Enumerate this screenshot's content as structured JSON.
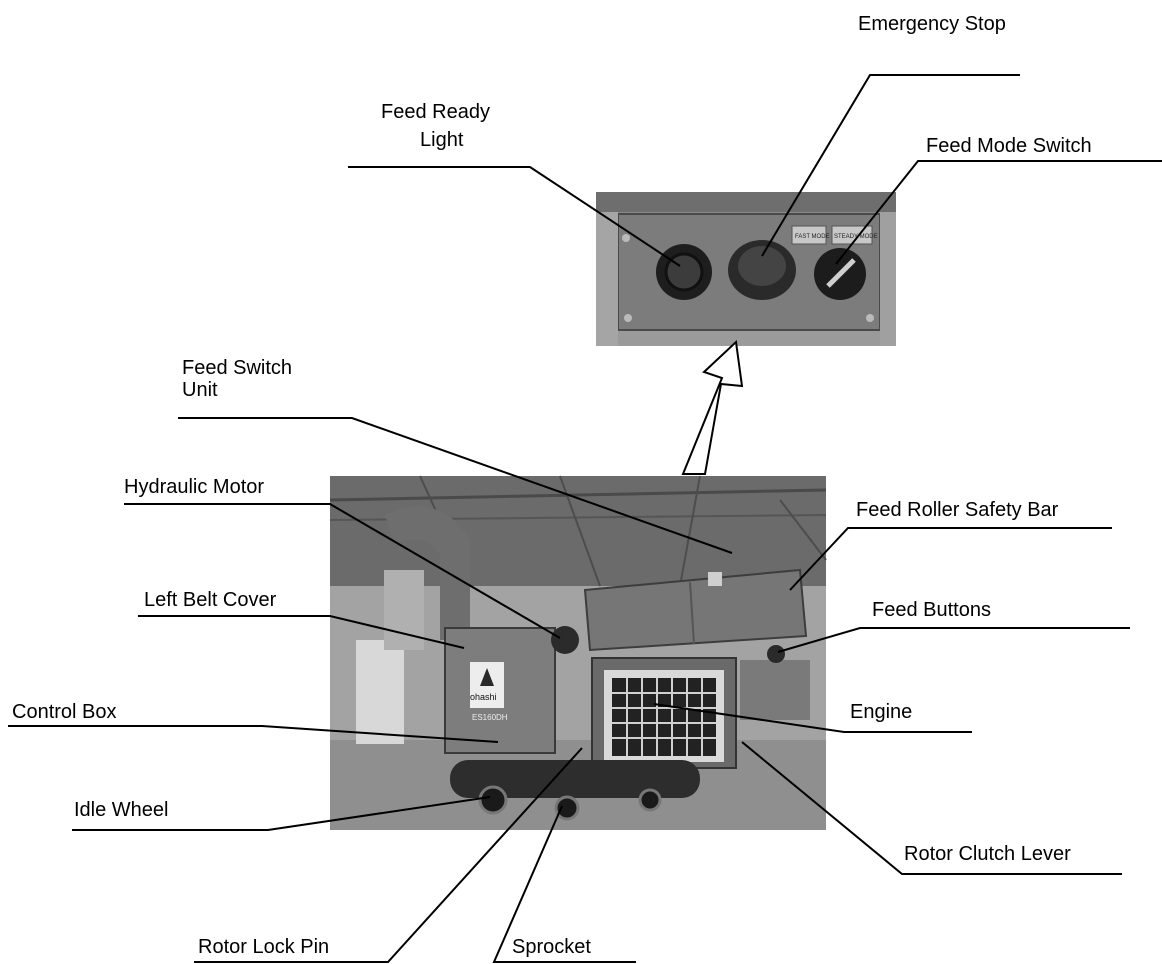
{
  "labels": {
    "emergency_stop": "Emergency Stop",
    "feed_ready_light_1": "Feed Ready",
    "feed_ready_light_2": "Light",
    "feed_mode_switch": "Feed Mode Switch",
    "feed_switch_unit_1": "Feed Switch",
    "feed_switch_unit_2": "Unit",
    "hydraulic_motor": "Hydraulic Motor",
    "feed_roller_safety_bar": "Feed Roller Safety Bar",
    "left_belt_cover": "Left Belt Cover",
    "feed_buttons": "Feed Buttons",
    "control_box": "Control Box",
    "engine": "Engine",
    "idle_wheel": "Idle Wheel",
    "rotor_clutch_lever": "Rotor Clutch Lever",
    "rotor_lock_pin": "Rotor Lock Pin",
    "sprocket": "Sprocket"
  },
  "machine": {
    "brand": "ohashi",
    "model": "ES160DH"
  },
  "panel": {
    "left_mode": "FAST MODE",
    "right_mode": "STEADY MODE"
  },
  "colors": {
    "line": "#000000",
    "photo_dark": "#3a3a3a",
    "photo_mid": "#7a7a7a",
    "photo_light": "#bdbdbd"
  }
}
